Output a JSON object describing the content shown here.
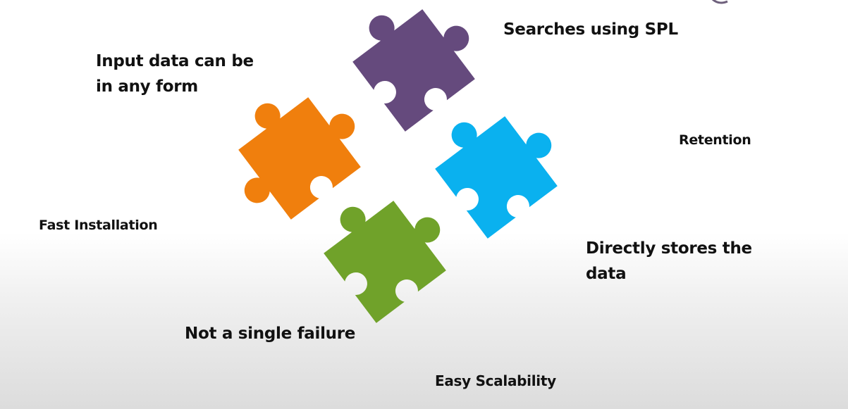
{
  "labels": {
    "searches": "Searches using SPL",
    "input_line1": "Input data can be",
    "input_line2": "in any form",
    "retention": "Retention",
    "fast_install": "Fast Installation",
    "directly_line1": "Directly stores the",
    "directly_line2": "data",
    "not_single": "Not a single failure",
    "easy_scale": "Easy Scalability"
  },
  "pieces": [
    {
      "name": "purple",
      "color": "#654a7d"
    },
    {
      "name": "orange",
      "color": "#f07f0d"
    },
    {
      "name": "blue",
      "color": "#0ab1ef"
    },
    {
      "name": "green",
      "color": "#70a22a"
    }
  ],
  "accent_color": "#6e607c"
}
